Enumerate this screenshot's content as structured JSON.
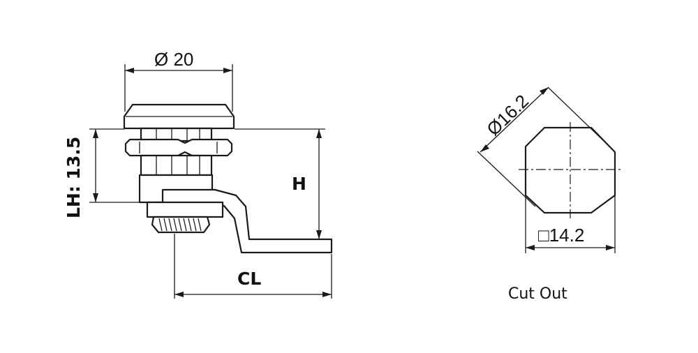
{
  "side_view": {
    "diameter_label": "Ø 20",
    "lh_label": "LH: 13.5",
    "h_label": "H",
    "cl_label": "CL"
  },
  "cut_out": {
    "diameter_label": "Ø16.2",
    "square_label": "□14.2",
    "caption": "Cut Out"
  }
}
